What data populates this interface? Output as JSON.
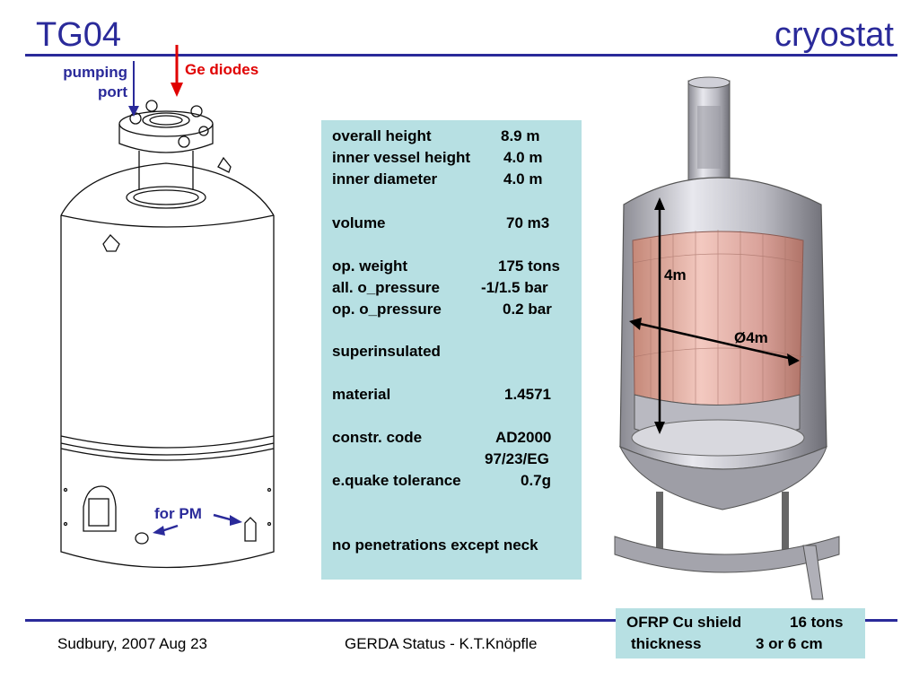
{
  "header": {
    "title_left": "TG04",
    "title_right": "cryostat"
  },
  "labels": {
    "pumping_line1": "pumping",
    "pumping_line2": "port",
    "ge_diodes": "Ge diodes",
    "for_pm": "for PM",
    "dim_height": "4m",
    "dim_diameter": "Ø4m"
  },
  "specs": {
    "overall_height": {
      "label": "overall height",
      "value": "8.9 m"
    },
    "inner_vessel_height": {
      "label": "inner vessel height",
      "value": "4.0 m"
    },
    "inner_diameter": {
      "label": "inner diameter",
      "value": "4.0 m"
    },
    "volume": {
      "label": "volume",
      "value": "70 m3"
    },
    "op_weight": {
      "label": "op. weight",
      "value": "175 tons"
    },
    "all_pressure": {
      "label": "all. o_pressure",
      "value": "-1/1.5 bar"
    },
    "op_pressure": {
      "label": "op. o_pressure",
      "value": "0.2 bar"
    },
    "superinsulated": {
      "label": "superinsulated"
    },
    "material": {
      "label": "material",
      "value": "1.4571"
    },
    "constr_code": {
      "label": "constr. code",
      "value": "AD2000",
      "value2": "97/23/EG"
    },
    "equake": {
      "label": "e.quake tolerance",
      "value": "0.7g"
    },
    "penetrations": {
      "label": "no penetrations except neck"
    }
  },
  "shield": {
    "line1_label": "OFRP Cu shield",
    "line1_value": "16 tons",
    "line2_label": "thickness",
    "line2_value": "3 or 6 cm"
  },
  "footer": {
    "left": "Sudbury, 2007 Aug 23",
    "center": "GERDA  Status - K.T.Knöpfle"
  },
  "colors": {
    "title": "#2a2a9a",
    "accent_red": "#e00000",
    "box": "#b7e0e3"
  }
}
